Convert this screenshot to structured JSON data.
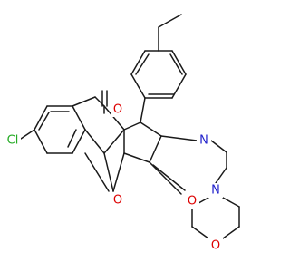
{
  "molecule": {
    "atoms": [
      {
        "id": "Cl",
        "label": "Cl",
        "color": "#22aa22"
      },
      {
        "id": "O1",
        "label": "O",
        "color": "#dd0000"
      },
      {
        "id": "O2",
        "label": "O",
        "color": "#dd0000"
      },
      {
        "id": "O3",
        "label": "O",
        "color": "#dd0000"
      },
      {
        "id": "N1",
        "label": "N",
        "color": "#2222cc"
      },
      {
        "id": "N2",
        "label": "N",
        "color": "#2222cc"
      },
      {
        "id": "O4",
        "label": "O",
        "color": "#dd0000"
      }
    ],
    "bond_color": "#1a1a1a"
  }
}
